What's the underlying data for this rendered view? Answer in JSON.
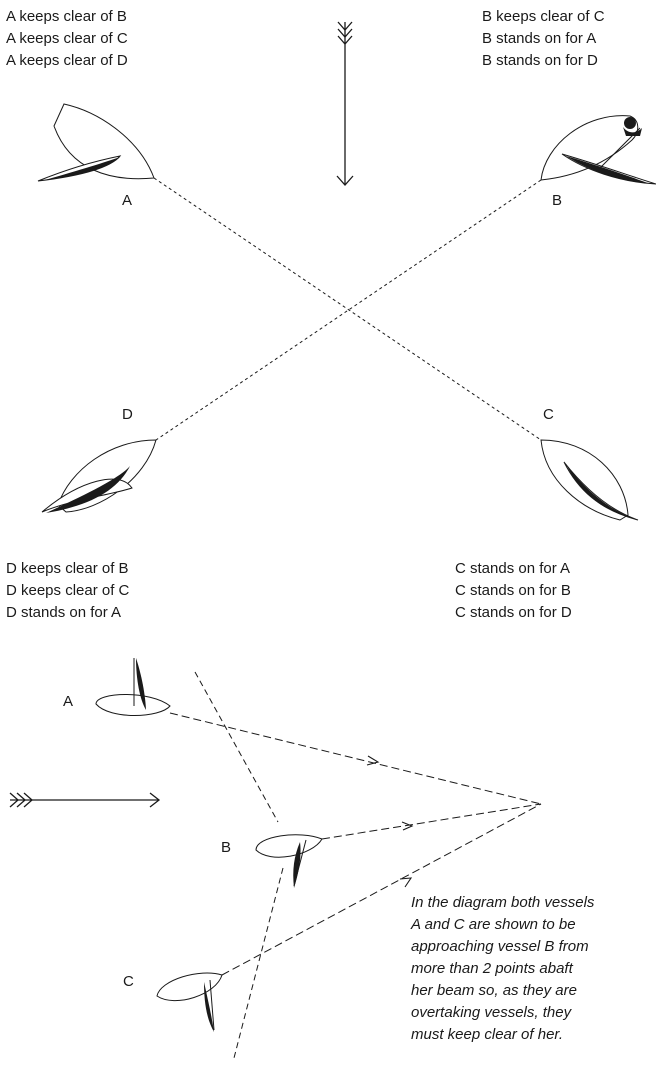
{
  "top_left_rules": [
    "A keeps clear of B",
    "A keeps clear of C",
    "A keeps clear of D"
  ],
  "top_right_rules": [
    "B keeps clear of C",
    "B stands on for A",
    "B stands on for D"
  ],
  "bottom_left_rules": [
    "D keeps clear of B",
    "D keeps clear of C",
    "D stands on for A"
  ],
  "bottom_right_rules": [
    "C stands on for A",
    "C stands on for B",
    "C stands on for D"
  ],
  "boat_labels_top": {
    "a": "A",
    "b": "B",
    "c": "C",
    "d": "D"
  },
  "boat_labels_bottom": {
    "a": "A",
    "b": "B",
    "c": "C"
  },
  "caption_lines": [
    "In the diagram both vessels",
    "A and C are shown to be",
    "approaching vessel B from",
    "more than 2 points abaft",
    "her beam so, as they are",
    "overtaking vessels, they",
    "must keep clear of her."
  ]
}
